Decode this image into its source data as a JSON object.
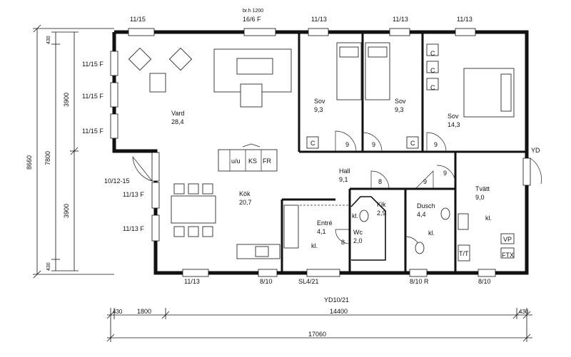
{
  "rooms": {
    "vard": {
      "name": "Vard",
      "area": "28,4"
    },
    "kok": {
      "name": "Kök",
      "area": "20,7"
    },
    "sov1": {
      "name": "Sov",
      "area": "9,3"
    },
    "sov2": {
      "name": "Sov",
      "area": "9,3"
    },
    "sov3": {
      "name": "Sov",
      "area": "14,3"
    },
    "hall": {
      "name": "Hall",
      "area": "9,1"
    },
    "entre": {
      "name": "Entré",
      "area": "4,1"
    },
    "klk": {
      "name": "Klk",
      "area": "2,9"
    },
    "wc": {
      "name": "Wc",
      "area": "2,0"
    },
    "dusch": {
      "name": "Dusch",
      "area": "4,4"
    },
    "tvatt": {
      "name": "Tvätt",
      "area": "9,0"
    }
  },
  "windows": {
    "top_1": "11/15",
    "top_2_note": "br.h 1200",
    "top_2": "16/6 F",
    "top_3": "11/13",
    "top_4": "11/13",
    "top_5": "11/13",
    "left_1": "11/15 F",
    "left_2": "11/15 F",
    "left_3": "11/15 F",
    "left_door": "10/12-15",
    "left_4": "11/13 F",
    "left_5": "11/13 F",
    "bottom_1": "11/13",
    "bottom_2": "8/10",
    "bottom_door": "SL4/21",
    "bottom_door_2": "YD10/21",
    "bottom_3": "8/10 R",
    "bottom_4": "8/10",
    "right_door": "YD"
  },
  "fixtures": {
    "counter_1": "u/u",
    "counter_2": "KS",
    "counter_3": "FR",
    "closet": "C",
    "wardrobe": "9",
    "wardrobe_hall": "8",
    "kl": "kl.",
    "vp": "VP",
    "tt": "T/T",
    "ftx": "FTX"
  },
  "dimensions": {
    "left_total": "8660",
    "left_mid": "7800",
    "left_top_seg": "3900",
    "left_bot_seg": "3900",
    "left_edge_top": "430",
    "left_edge_bot": "430",
    "bottom_edge_left": "430",
    "bottom_seg_1": "1800",
    "bottom_seg_2": "14400",
    "bottom_edge_right": "430",
    "bottom_total": "17060"
  }
}
